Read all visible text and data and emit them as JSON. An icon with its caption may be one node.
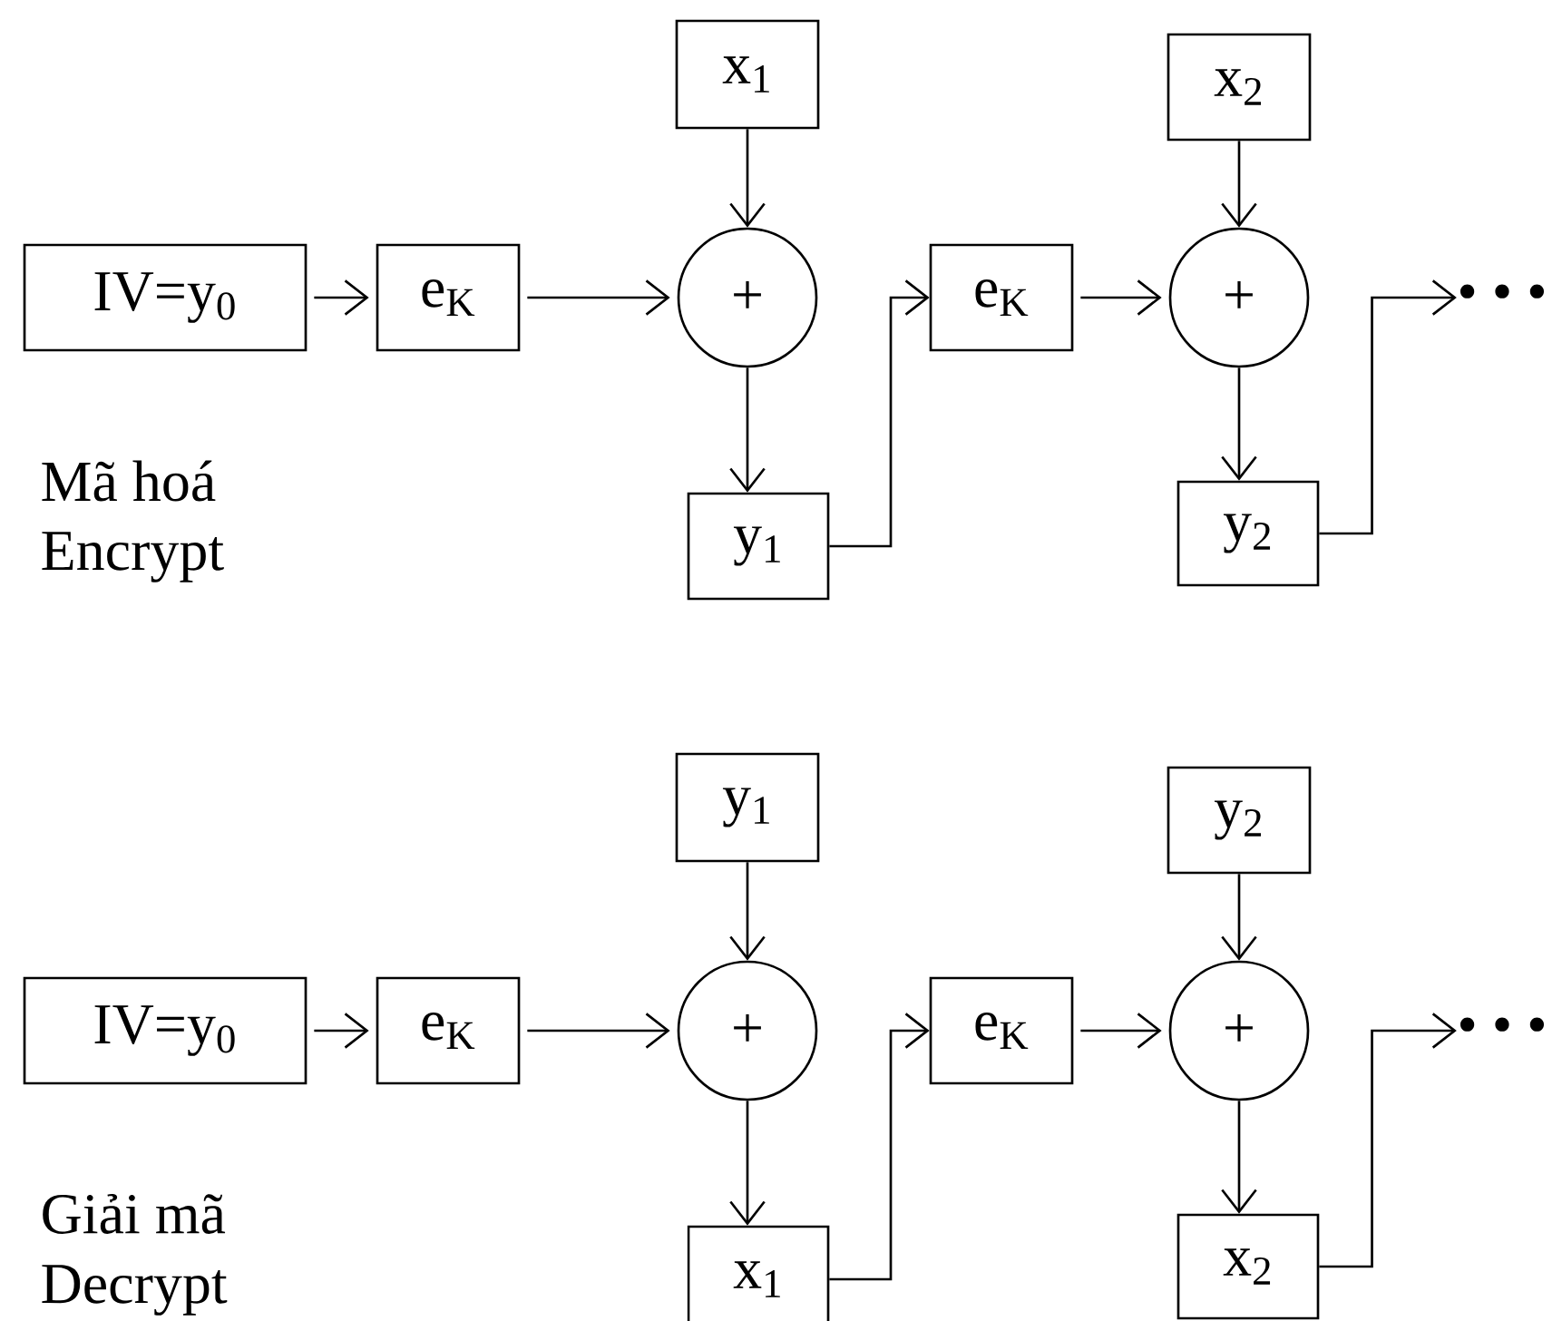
{
  "diagram": {
    "nodes": [
      {
        "text": [
          "IV=y$_{0}$"
        ]
      },
      {
        "text": [
          "e$_{K}$"
        ]
      },
      {
        "text": [
          "+"
        ]
      },
      {
        "text": [
          "x$_{1}$"
        ]
      },
      {
        "text": [
          "y$_{1}$"
        ]
      },
      {
        "text": [
          "e$_{K}$"
        ]
      },
      {
        "text": [
          "+"
        ]
      },
      {
        "text": [
          "x$_{2}$"
        ]
      },
      {
        "text": [
          "y$_{2}$"
        ]
      },
      {
        "text": [
          "• • •"
        ]
      },
      {
        "text": [
          "IV=y$_{0}$"
        ]
      },
      {
        "text": [
          "e$_{K}$"
        ]
      },
      {
        "text": [
          "+"
        ]
      },
      {
        "text": [
          "y$_{1}$"
        ]
      },
      {
        "text": [
          "x$_{1}$"
        ]
      },
      {
        "text": [
          "e$_{K}$"
        ]
      },
      {
        "text": [
          "+"
        ]
      },
      {
        "text": [
          "y$_{2}$"
        ]
      },
      {
        "text": [
          "x$_{2}$"
        ]
      },
      {
        "text": [
          "• • •"
        ]
      }
    ],
    "edges": [
      {
        "from": 0,
        "to": 1,
        "arrow": "to"
      },
      {
        "from": 1,
        "to": 2,
        "arrow": "to"
      },
      {
        "from": 3,
        "to": 2,
        "arrow": "to"
      },
      {
        "from": 2,
        "to": 4,
        "arrow": "to"
      },
      {
        "from": 4,
        "to": 5,
        "arrow": "to"
      },
      {
        "from": 5,
        "to": 6,
        "arrow": "to"
      },
      {
        "from": 7,
        "to": 6,
        "arrow": "to"
      },
      {
        "from": 6,
        "to": 8,
        "arrow": "to"
      },
      {
        "from": 8,
        "to": 9,
        "arrow": "to"
      },
      {
        "from": 10,
        "to": 11,
        "arrow": "to"
      },
      {
        "from": 11,
        "to": 12,
        "arrow": "to"
      },
      {
        "from": 13,
        "to": 12,
        "arrow": "to"
      },
      {
        "from": 12,
        "to": 14,
        "arrow": "to"
      },
      {
        "from": 14,
        "to": 15,
        "arrow": "to"
      },
      {
        "from": 15,
        "to": 16,
        "arrow": "to"
      },
      {
        "from": 17,
        "to": 16,
        "arrow": "to"
      },
      {
        "from": 16,
        "to": 18,
        "arrow": "to"
      },
      {
        "from": 18,
        "to": 19,
        "arrow": "to"
      }
    ],
    "labels": [
      "Mã hoá",
      "Encrypt",
      "Giải mã",
      "Decrypt"
    ]
  }
}
